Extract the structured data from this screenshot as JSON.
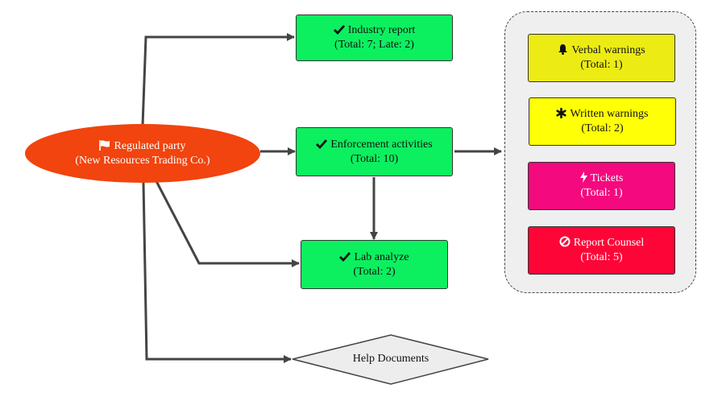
{
  "root": {
    "label": "Regulated party",
    "sublabel": "(New Resources Trading Co.)",
    "icon": "flag-icon",
    "color": "#f1440e"
  },
  "industry_report": {
    "label": "Industry report",
    "sublabel": "(Total: 7; Late: 2)",
    "icon": "check-icon",
    "color": "#0cf060"
  },
  "enforcement": {
    "label": "Enforcement activities",
    "sublabel": "(Total: 10)",
    "icon": "check-icon",
    "color": "#0cf060"
  },
  "lab": {
    "label": "Lab analyze",
    "sublabel": "(Total: 2)",
    "icon": "check-icon",
    "color": "#0cf060"
  },
  "help": {
    "label": "Help Documents"
  },
  "actions": [
    {
      "label": "Verbal warnings",
      "sublabel": "(Total: 1)",
      "icon": "bell-icon",
      "color": "#ecec14"
    },
    {
      "label": "Written warnings",
      "sublabel": "(Total: 2)",
      "icon": "asterisk-icon",
      "color": "#ffff06"
    },
    {
      "label": "Tickets",
      "sublabel": "(Total: 1)",
      "icon": "bolt-icon",
      "color": "#f5097e"
    },
    {
      "label": "Report Counsel",
      "sublabel": "(Total: 5)",
      "icon": "ban-icon",
      "color": "#fe0538"
    }
  ]
}
